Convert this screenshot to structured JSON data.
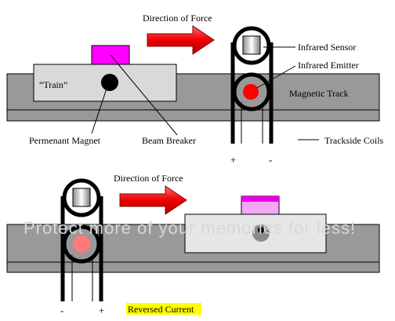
{
  "top": {
    "direction_label": "Direction of Force",
    "train_label": "“Train”",
    "infrared_sensor_label": "Infrared Sensor",
    "infrared_emitter_label": "Infrared Emitter",
    "magnetic_track_label": "Magnetic Track",
    "permanent_magnet_label": "Permenant Magnet",
    "beam_breaker_label": "Beam Breaker",
    "trackside_coils_label": "Trackside Coils",
    "plus_sign": "+",
    "minus_sign": "-"
  },
  "bottom": {
    "direction_label": "Direction of Force",
    "minus_sign": "-",
    "plus_sign": "+",
    "reversed_current_label": "Reversed Current"
  },
  "watermark": "Protect more of your memories for less!",
  "colors": {
    "track": "#999999",
    "train": "#d9d9d9",
    "beam_breaker": "#ff00ff",
    "emitter": "#ff0000",
    "arrow": "#ff0000",
    "highlight": "#ffff00"
  }
}
